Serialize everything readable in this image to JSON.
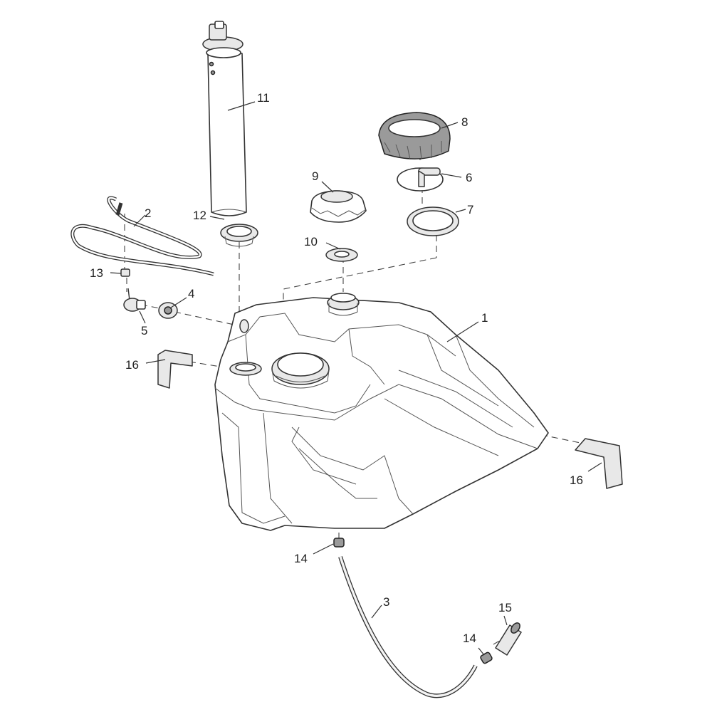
{
  "callouts": {
    "c1": "1",
    "c2": "2",
    "c3": "3",
    "c4": "4",
    "c5": "5",
    "c6": "6",
    "c7": "7",
    "c8": "8",
    "c9": "9",
    "c10": "10",
    "c11": "11",
    "c12": "12",
    "c13": "13",
    "c14a": "14",
    "c14b": "14",
    "c15": "15",
    "c16a": "16",
    "c16b": "16"
  }
}
